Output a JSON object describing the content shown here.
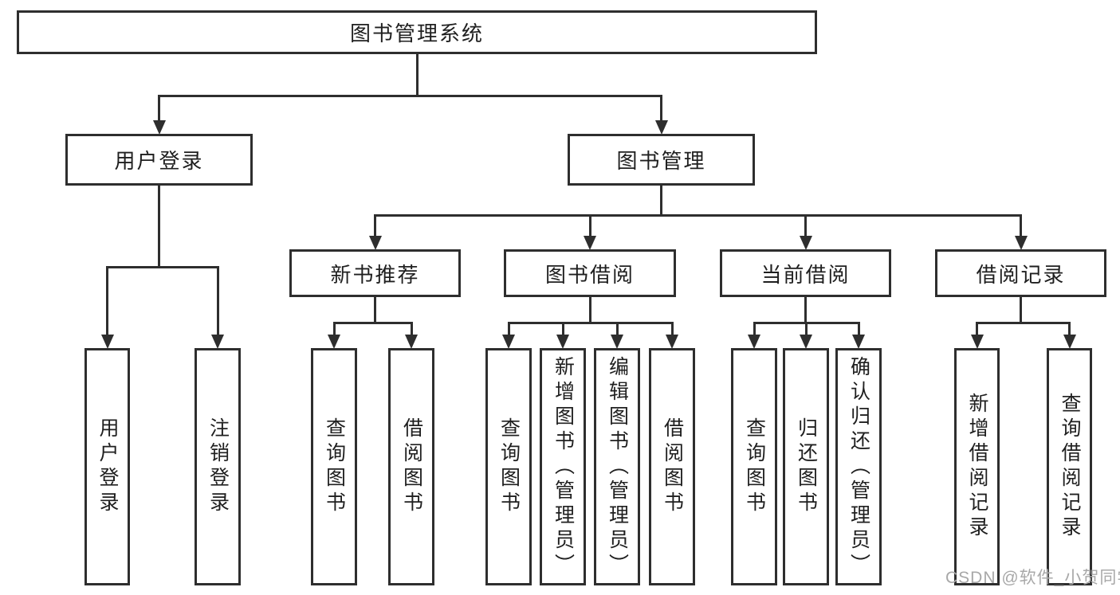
{
  "diagram": {
    "title": "图书管理系统",
    "nodes": {
      "root": {
        "label": "图书管理系统"
      },
      "user_login": {
        "label": "用户登录"
      },
      "book_mgmt": {
        "label": "图书管理"
      },
      "login": {
        "label": "用户登录"
      },
      "logout": {
        "label": "注销登录"
      },
      "new_book_rec": {
        "label": "新书推荐"
      },
      "book_borrow": {
        "label": "图书借阅"
      },
      "current_borrow": {
        "label": "当前借阅"
      },
      "borrow_records": {
        "label": "借阅记录"
      },
      "nbr_query": {
        "label": "查询图书"
      },
      "nbr_borrow": {
        "label": "借阅图书"
      },
      "bb_query": {
        "label": "查询图书"
      },
      "bb_add": {
        "label": "新增图书（管理员）"
      },
      "bb_edit": {
        "label": "编辑图书（管理员）"
      },
      "bb_borrow": {
        "label": "借阅图书"
      },
      "cb_query": {
        "label": "查询图书"
      },
      "cb_return": {
        "label": "归还图书"
      },
      "cb_confirm": {
        "label": "确认归还（管理员）"
      },
      "br_add": {
        "label": "新增借阅记录"
      },
      "br_query": {
        "label": "查询借阅记录"
      }
    },
    "structure": [
      {
        "parent": "root",
        "children": [
          "user_login",
          "book_mgmt"
        ]
      },
      {
        "parent": "user_login",
        "children": [
          "login",
          "logout"
        ]
      },
      {
        "parent": "book_mgmt",
        "children": [
          "new_book_rec",
          "book_borrow",
          "current_borrow",
          "borrow_records"
        ]
      },
      {
        "parent": "new_book_rec",
        "children": [
          "nbr_query",
          "nbr_borrow"
        ]
      },
      {
        "parent": "book_borrow",
        "children": [
          "bb_query",
          "bb_add",
          "bb_edit",
          "bb_borrow"
        ]
      },
      {
        "parent": "current_borrow",
        "children": [
          "cb_query",
          "cb_return",
          "cb_confirm"
        ]
      },
      {
        "parent": "borrow_records",
        "children": [
          "br_add",
          "br_query"
        ]
      }
    ]
  },
  "watermark": {
    "text": "CSDN @软件_小贺同学"
  },
  "colors": {
    "line": "#2e2e2e",
    "text": "#1f1f1f",
    "background": "#ffffff",
    "watermark": "#a8a8a8"
  }
}
